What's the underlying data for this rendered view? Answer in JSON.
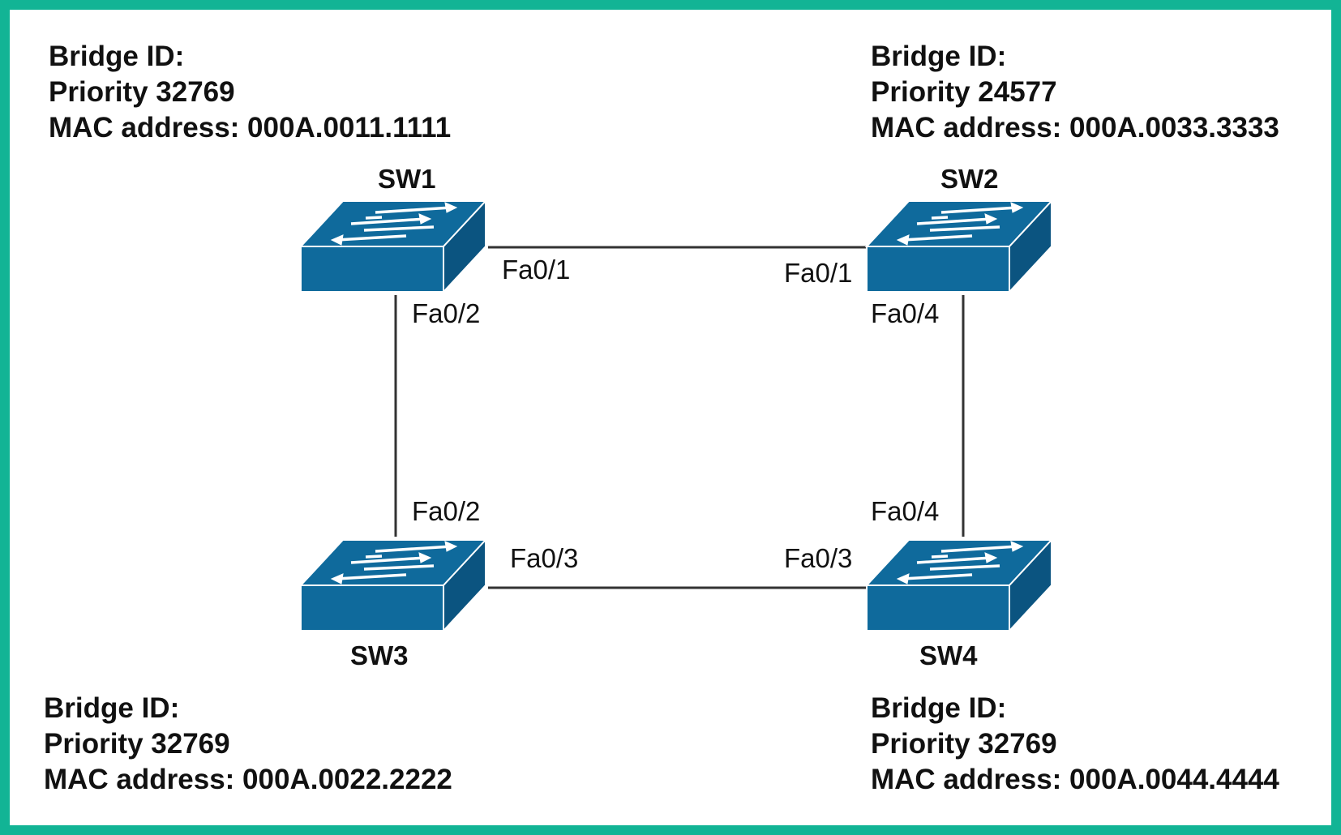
{
  "switches": [
    {
      "name": "SW1",
      "bridge_label": "Bridge ID:",
      "priority": "Priority 32769",
      "mac": "MAC address: 000A.0011.1111"
    },
    {
      "name": "SW2",
      "bridge_label": "Bridge ID:",
      "priority": "Priority 24577",
      "mac": "MAC address: 000A.0033.3333"
    },
    {
      "name": "SW3",
      "bridge_label": "Bridge ID:",
      "priority": "Priority 32769",
      "mac": "MAC address: 000A.0022.2222"
    },
    {
      "name": "SW4",
      "bridge_label": "Bridge ID:",
      "priority": "Priority 32769",
      "mac": "MAC address: 000A.0044.4444"
    }
  ],
  "links": [
    {
      "from": "SW1",
      "from_port": "Fa0/1",
      "to": "SW2",
      "to_port": "Fa0/1"
    },
    {
      "from": "SW1",
      "from_port": "Fa0/2",
      "to": "SW3",
      "to_port": "Fa0/2"
    },
    {
      "from": "SW2",
      "from_port": "Fa0/4",
      "to": "SW4",
      "to_port": "Fa0/4"
    },
    {
      "from": "SW3",
      "from_port": "Fa0/3",
      "to": "SW4",
      "to_port": "Fa0/3"
    }
  ],
  "colors": {
    "frame": "#12b495",
    "switch": "#0f6a9c",
    "switch_side": "#0b5480",
    "link": "#333333",
    "text": "#111111"
  },
  "icons": {
    "switch": "switch-icon"
  }
}
